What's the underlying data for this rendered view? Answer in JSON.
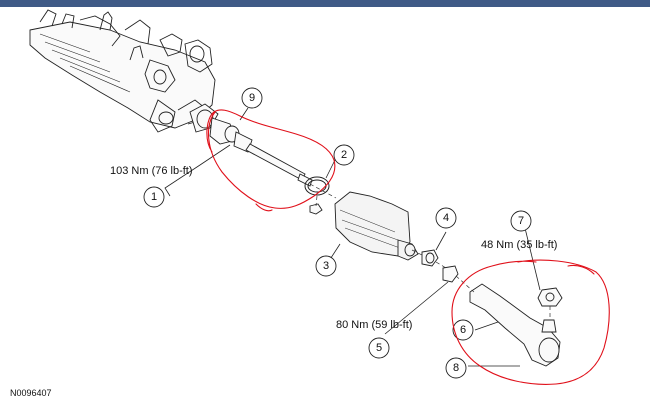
{
  "header": {
    "bar_color": "#3f5a86"
  },
  "figure_id": "N0096407",
  "callouts": [
    {
      "number": "1",
      "torque": "103 Nm (76 lb-ft)"
    },
    {
      "number": "2",
      "torque": ""
    },
    {
      "number": "3",
      "torque": ""
    },
    {
      "number": "4",
      "torque": ""
    },
    {
      "number": "5",
      "torque": "80 Nm (59 lb-ft)"
    },
    {
      "number": "6",
      "torque": ""
    },
    {
      "number": "7",
      "torque": "48 Nm (35 lb-ft)"
    },
    {
      "number": "8",
      "torque": ""
    },
    {
      "number": "9",
      "torque": ""
    }
  ],
  "annotation_color": "#e0101a"
}
